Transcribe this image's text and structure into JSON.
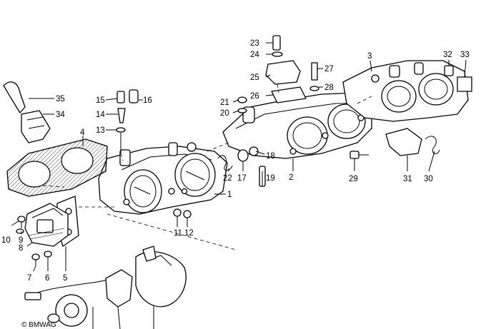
{
  "diagram": {
    "copyright": "© BMWAG",
    "callouts": [
      "1",
      "2",
      "3",
      "4",
      "5",
      "6",
      "7",
      "8",
      "9",
      "10",
      "11",
      "12",
      "13",
      "14",
      "15",
      "16",
      "17",
      "18",
      "19",
      "20",
      "21",
      "22",
      "23",
      "24",
      "25",
      "26",
      "27",
      "28",
      "29",
      "30",
      "31",
      "32",
      "33",
      "34",
      "35"
    ]
  }
}
